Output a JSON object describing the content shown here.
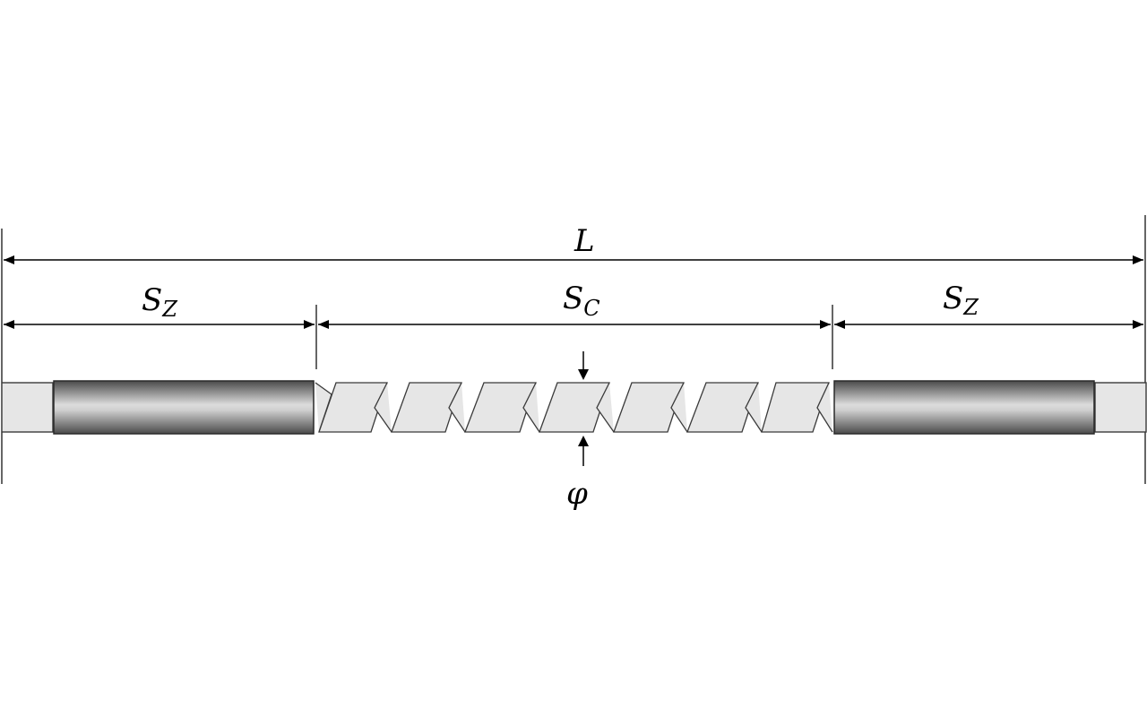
{
  "labels": {
    "total_length": "L",
    "straight_left": {
      "main": "S",
      "sub": "Z"
    },
    "threaded": {
      "main": "S",
      "sub": "C"
    },
    "straight_right": {
      "main": "S",
      "sub": "Z"
    },
    "diameter": "φ"
  },
  "colors": {
    "rod_light": "#e6e6e6",
    "sleeve_dark": "#5a5a5a",
    "sleeve_mid": "#d8d8d8",
    "outline": "#3a3a3a"
  }
}
